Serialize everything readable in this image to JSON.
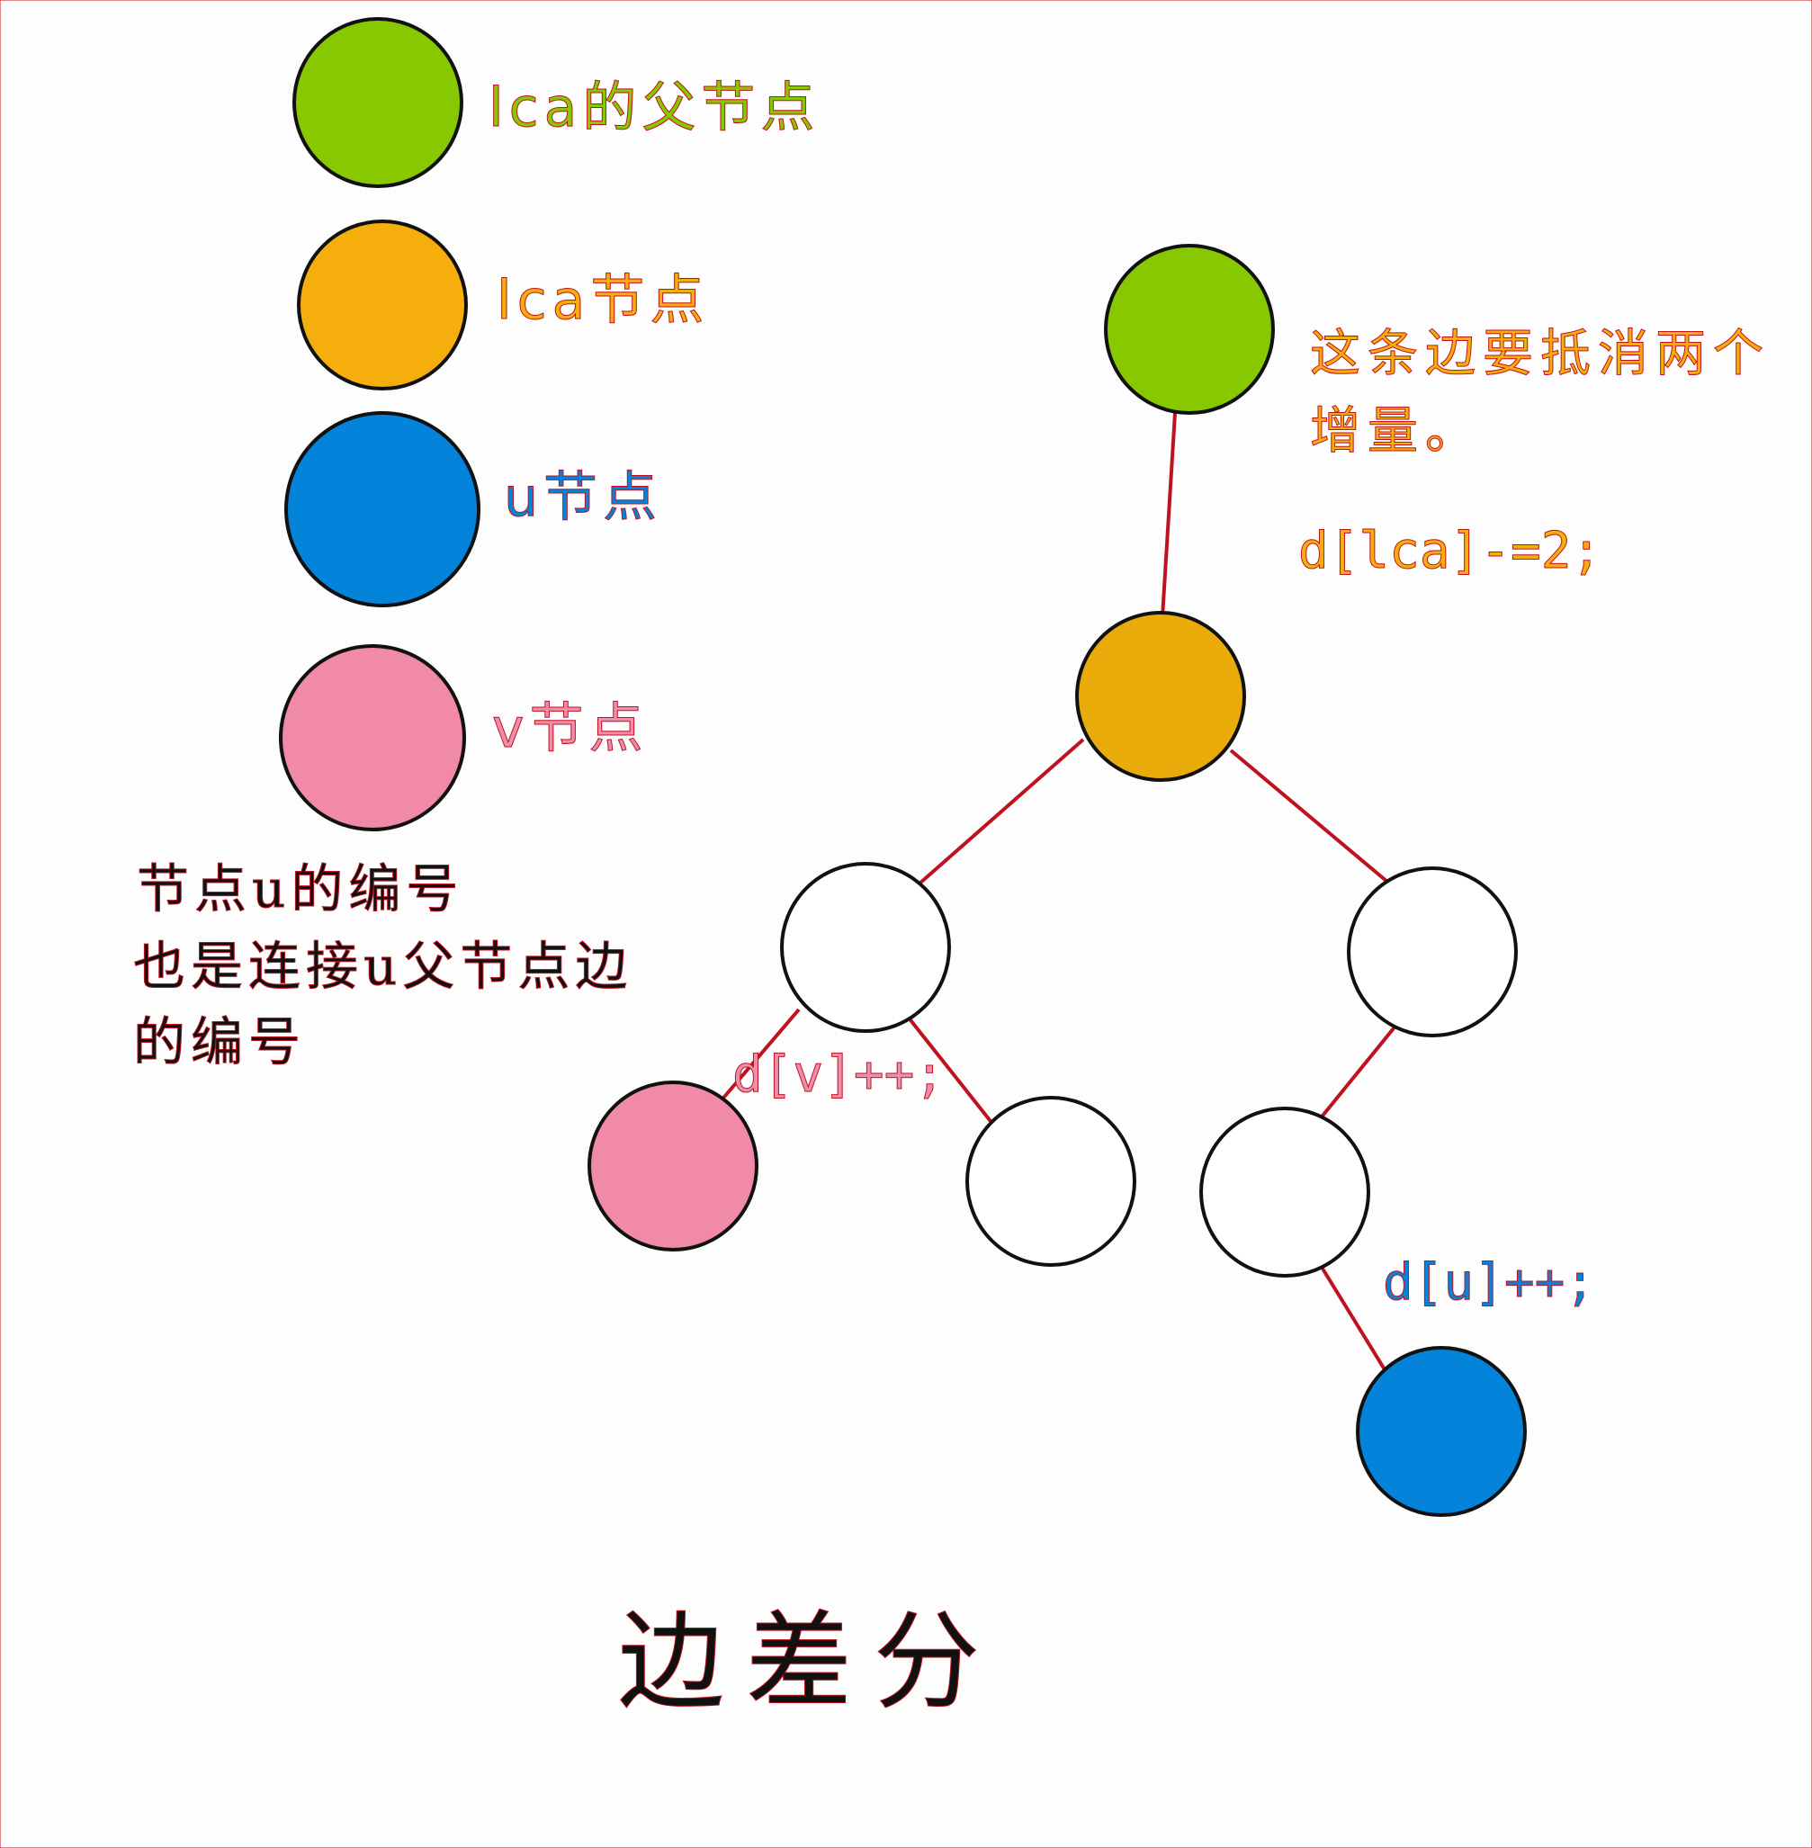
{
  "colors": {
    "green": "#88c800",
    "orange": "#f6ae0c",
    "orange_dark": "#e9ab0a",
    "blue": "#0383d9",
    "pink": "#f08aa7",
    "pink_text": "#ef8eab",
    "edge": "#c0121e",
    "stroke": "#111111",
    "black_text": "#111111"
  },
  "legend": [
    {
      "label": "lca的父节点",
      "color_key": "green"
    },
    {
      "label": "lca节点",
      "color_key": "orange"
    },
    {
      "label": "u节点",
      "color_key": "blue"
    },
    {
      "label": "v节点",
      "color_key": "pink"
    }
  ],
  "note": {
    "lines": [
      "节点u的编号",
      "也是连接u父节点边",
      "的编号"
    ]
  },
  "annotations": {
    "lca_edge_line1": "这条边要抵消两个",
    "lca_edge_line2": "增量。",
    "d_lca": "d[lca]-=2;",
    "d_v": "d[v]++;",
    "d_u": "d[u]++;"
  },
  "title": "边差分",
  "tree": {
    "nodes": [
      {
        "id": "lca_parent",
        "fill_key": "green"
      },
      {
        "id": "lca",
        "fill_key": "orange_dark"
      },
      {
        "id": "left_child",
        "fill_key": "none"
      },
      {
        "id": "right_child",
        "fill_key": "none"
      },
      {
        "id": "v_node",
        "fill_key": "pink"
      },
      {
        "id": "left_right_grandchild",
        "fill_key": "none"
      },
      {
        "id": "right_left_grandchild",
        "fill_key": "none"
      },
      {
        "id": "u_node",
        "fill_key": "blue"
      }
    ],
    "edges": [
      [
        "lca_parent",
        "lca"
      ],
      [
        "lca",
        "left_child"
      ],
      [
        "lca",
        "right_child"
      ],
      [
        "left_child",
        "v_node"
      ],
      [
        "left_child",
        "left_right_grandchild"
      ],
      [
        "right_child",
        "right_left_grandchild"
      ],
      [
        "right_left_grandchild",
        "u_node"
      ]
    ]
  }
}
